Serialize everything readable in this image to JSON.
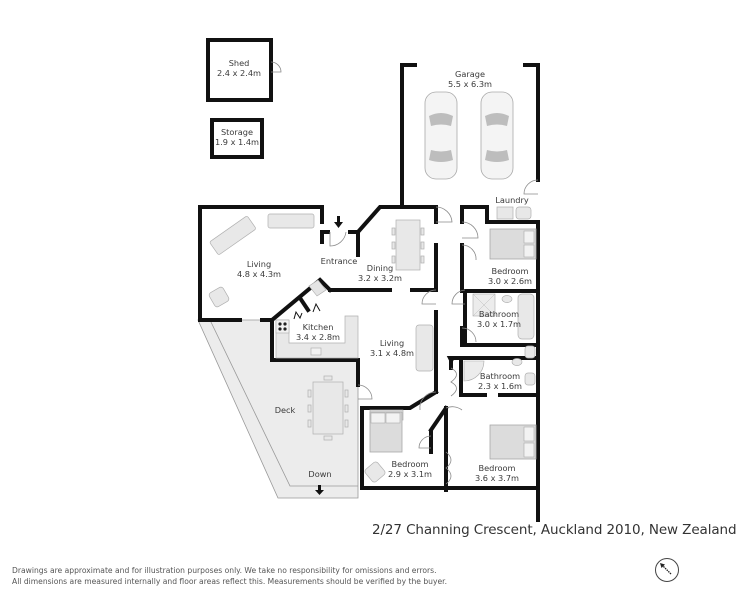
{
  "floorplan": {
    "rooms": [
      {
        "id": "shed",
        "name": "Shed",
        "dims": "2.4 x 2.4m"
      },
      {
        "id": "storage",
        "name": "Storage",
        "dims": "1.9 x 1.4m"
      },
      {
        "id": "garage",
        "name": "Garage",
        "dims": "5.5 x 6.3m"
      },
      {
        "id": "laundry",
        "name": "Laundry",
        "dims": ""
      },
      {
        "id": "living1",
        "name": "Living",
        "dims": "4.8 x 4.3m"
      },
      {
        "id": "entrance",
        "name": "Entrance",
        "dims": ""
      },
      {
        "id": "dining",
        "name": "Dining",
        "dims": "3.2 x 3.2m"
      },
      {
        "id": "bedroom1",
        "name": "Bedroom",
        "dims": "3.0 x 2.6m"
      },
      {
        "id": "bathroom1",
        "name": "Bathroom",
        "dims": "3.0 x 1.7m"
      },
      {
        "id": "kitchen",
        "name": "Kitchen",
        "dims": "3.4 x 2.8m"
      },
      {
        "id": "living2",
        "name": "Living",
        "dims": "3.1 x 4.8m"
      },
      {
        "id": "bathroom2",
        "name": "Bathroom",
        "dims": "2.3 x 1.6m"
      },
      {
        "id": "deck",
        "name": "Deck",
        "dims": ""
      },
      {
        "id": "deck_down",
        "name": "Down",
        "dims": ""
      },
      {
        "id": "bedroom2",
        "name": "Bedroom",
        "dims": "2.9 x 3.1m"
      },
      {
        "id": "bedroom3",
        "name": "Bedroom",
        "dims": "3.6 x 3.7m"
      }
    ],
    "icons": [
      "car-icon",
      "entrance-arrow-icon",
      "down-arrow-icon",
      "compass-icon"
    ]
  },
  "address": "2/27 Channing Crescent, Auckland 2010, New Zealand",
  "disclaimer": {
    "line1": "Drawings are approximate and for illustration purposes only. We take no responsibility for omissions and errors.",
    "line2": "All dimensions are measured internally and floor areas reflect this. Measurements should be verified by the buyer."
  },
  "colors": {
    "wall": "#111111",
    "deck_fill": "#ececec",
    "furniture": "#dcdcdc",
    "text": "#3a3a3a"
  }
}
